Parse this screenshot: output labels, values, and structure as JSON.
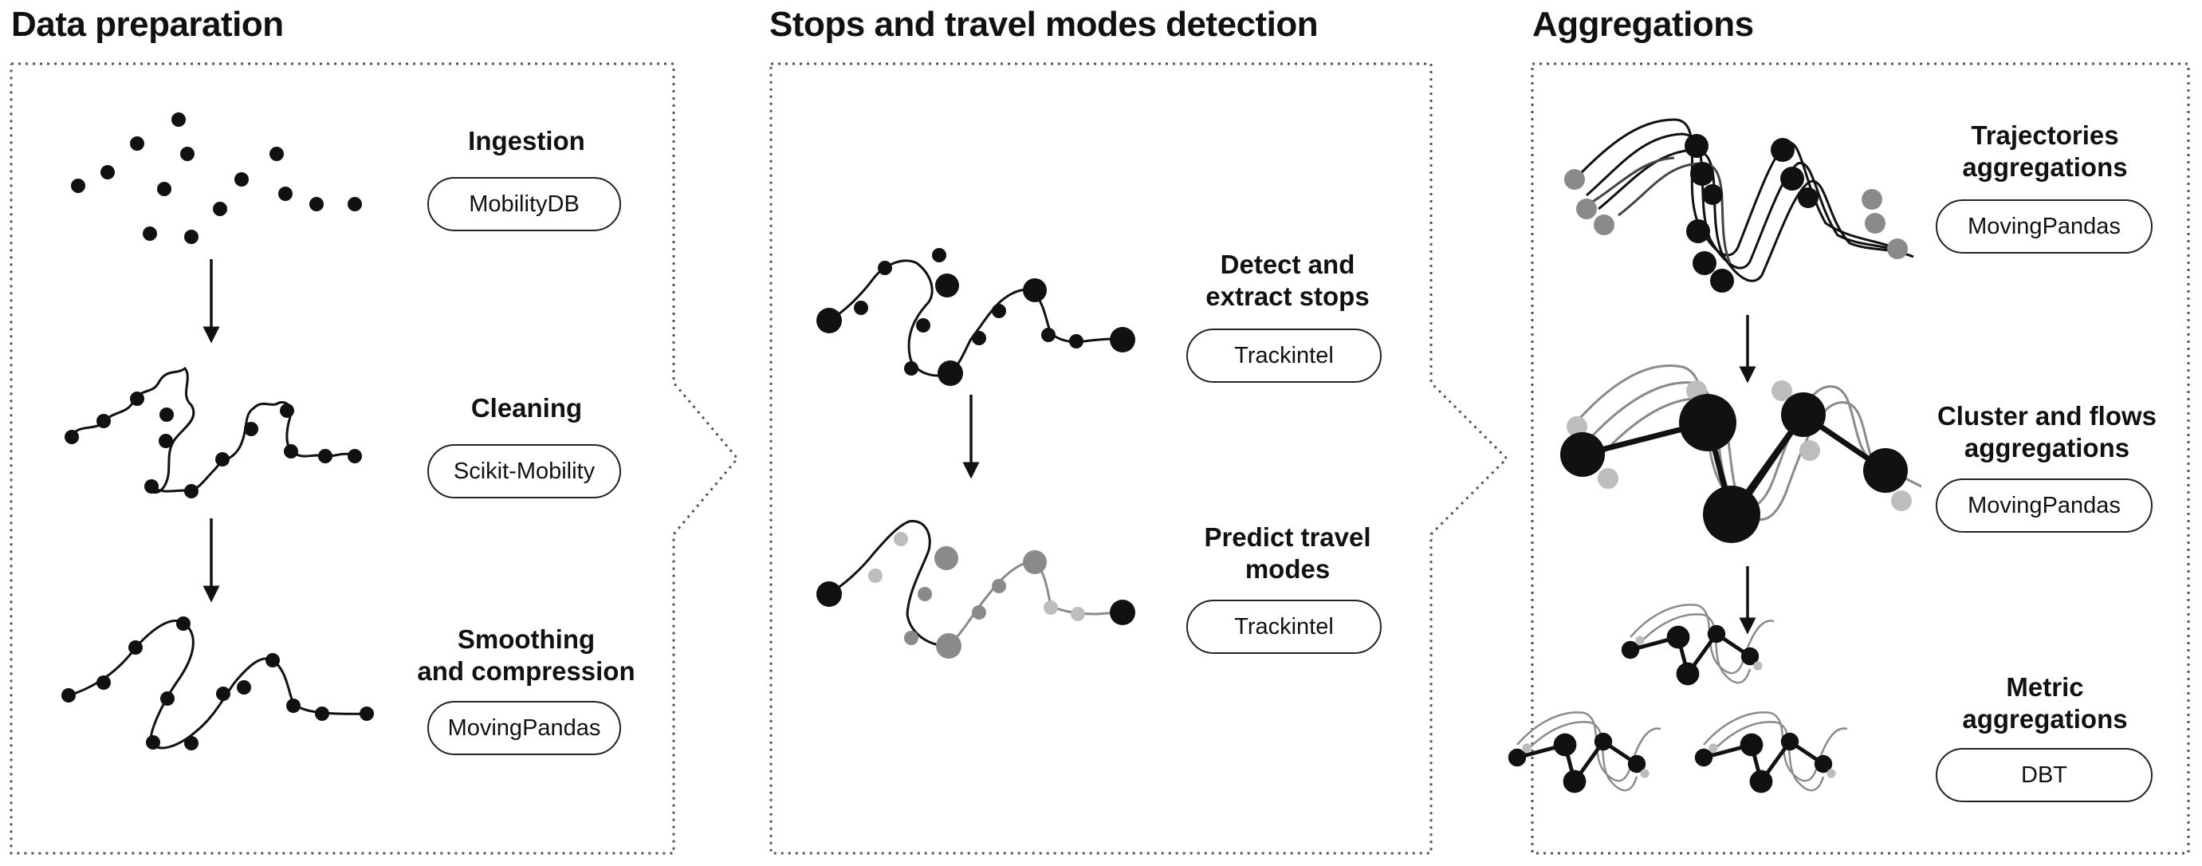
{
  "panels": [
    {
      "title": "Data preparation",
      "steps": [
        {
          "title": "Ingestion",
          "tool": "MobilityDB"
        },
        {
          "title": "Cleaning",
          "tool": "Scikit-Mobility"
        },
        {
          "title": "Smoothing\nand compression",
          "tool": "MovingPandas"
        }
      ]
    },
    {
      "title": "Stops and travel modes detection",
      "steps": [
        {
          "title": "Detect and\nextract stops",
          "tool": "Trackintel"
        },
        {
          "title": "Predict travel\nmodes",
          "tool": "Trackintel"
        }
      ]
    },
    {
      "title": "Aggregations",
      "steps": [
        {
          "title": "Trajectories\naggregations",
          "tool": "MovingPandas"
        },
        {
          "title": "Cluster and flows\naggregations",
          "tool": "MovingPandas"
        },
        {
          "title": "Metric\naggregations",
          "tool": "DBT"
        }
      ]
    }
  ],
  "colors": {
    "ink": "#111111",
    "grey": "#8a8a8a",
    "light_grey": "#bdbdbd",
    "frame": "#555555"
  }
}
